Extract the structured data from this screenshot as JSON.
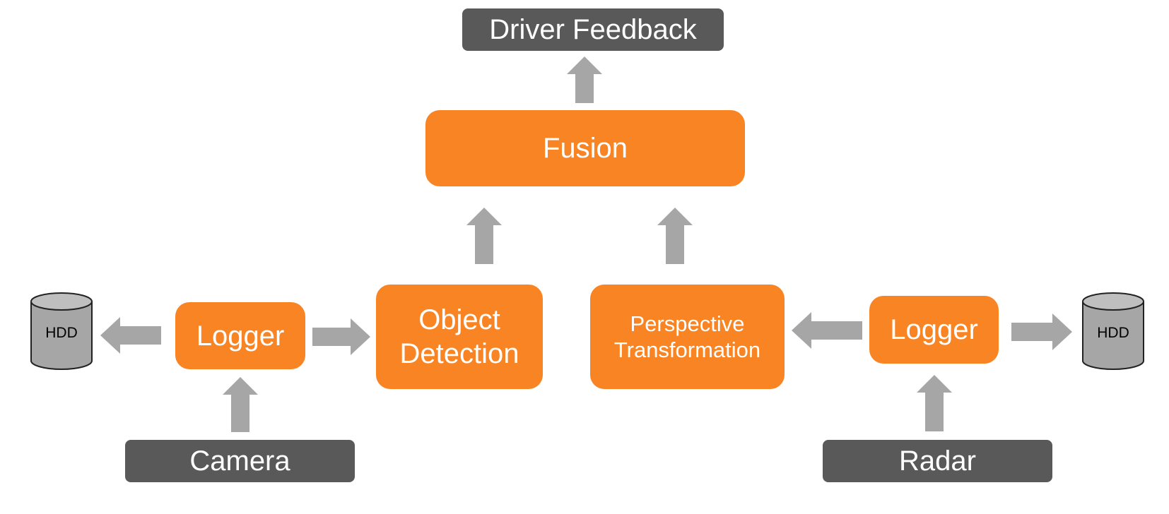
{
  "diagram": {
    "nodes": {
      "driver_feedback": "Driver Feedback",
      "fusion": "Fusion",
      "object_detection": "Object\nDetection",
      "perspective_transformation": "Perspective\nTransformation",
      "logger_left": "Logger",
      "logger_right": "Logger",
      "camera": "Camera",
      "radar": "Radar",
      "hdd_left": "HDD",
      "hdd_right": "HDD"
    },
    "colors": {
      "process_box": "#f98424",
      "io_box": "#595959",
      "arrow": "#a6a6a6",
      "hdd_fill": "#a6a6a6"
    },
    "edges": [
      {
        "from": "fusion",
        "to": "driver_feedback"
      },
      {
        "from": "object_detection",
        "to": "fusion"
      },
      {
        "from": "perspective_transformation",
        "to": "fusion"
      },
      {
        "from": "logger_left",
        "to": "hdd_left"
      },
      {
        "from": "logger_left",
        "to": "object_detection"
      },
      {
        "from": "camera",
        "to": "logger_left"
      },
      {
        "from": "logger_right",
        "to": "perspective_transformation"
      },
      {
        "from": "logger_right",
        "to": "hdd_right"
      },
      {
        "from": "radar",
        "to": "logger_right"
      }
    ]
  }
}
